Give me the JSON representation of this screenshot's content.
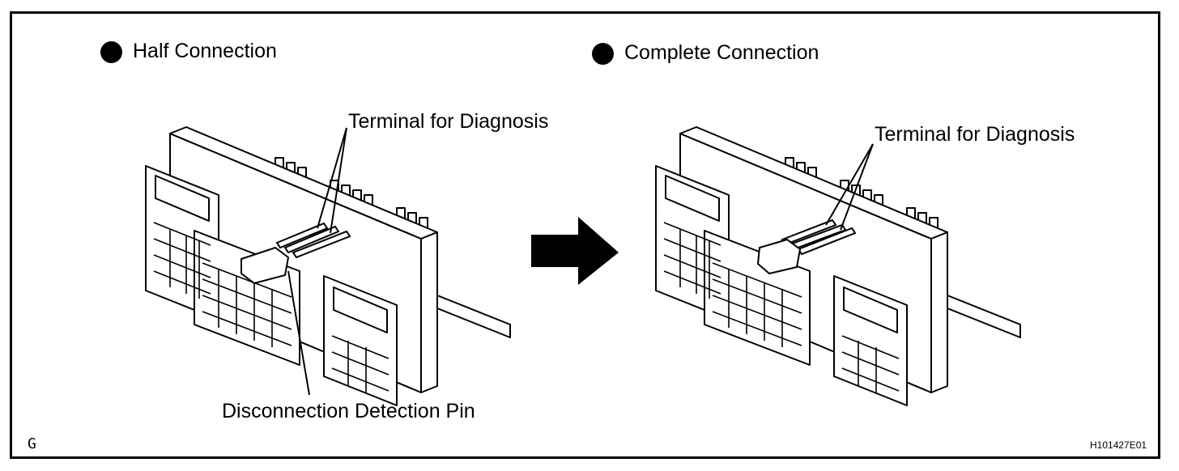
{
  "panels": {
    "left": {
      "heading": "Half Connection",
      "callout_terminal": "Terminal for Diagnosis",
      "callout_pin": "Disconnection Detection Pin"
    },
    "right": {
      "heading": "Complete Connection",
      "callout_terminal": "Terminal for Diagnosis"
    }
  },
  "corner_mark": "G",
  "figure_code": "H101427E01",
  "icons": {
    "bullet": "filled-circle-bullet",
    "arrow": "right-arrow"
  }
}
